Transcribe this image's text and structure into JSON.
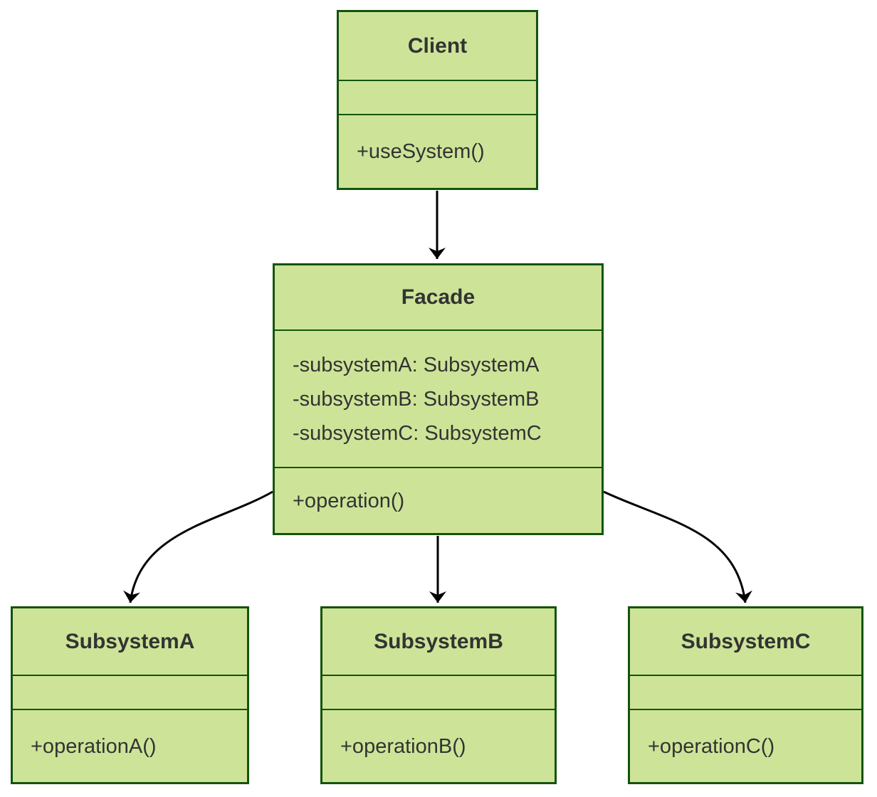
{
  "diagram": {
    "kind": "uml-class-diagram",
    "pattern": "Facade",
    "colors": {
      "node_fill": "#cde498",
      "node_border": "#13540c",
      "text": "#333333",
      "edge": "#000000",
      "background": "#ffffff"
    }
  },
  "classes": {
    "client": {
      "name": "Client",
      "attributes": [],
      "methods": [
        "+useSystem()"
      ]
    },
    "facade": {
      "name": "Facade",
      "attributes": [
        "-subsystemA: SubsystemA",
        "-subsystemB: SubsystemB",
        "-subsystemC: SubsystemC"
      ],
      "methods": [
        "+operation()"
      ]
    },
    "subsystemA": {
      "name": "SubsystemA",
      "attributes": [],
      "methods": [
        "+operationA()"
      ]
    },
    "subsystemB": {
      "name": "SubsystemB",
      "attributes": [],
      "methods": [
        "+operationB()"
      ]
    },
    "subsystemC": {
      "name": "SubsystemC",
      "attributes": [],
      "methods": [
        "+operationC()"
      ]
    }
  },
  "relations": [
    {
      "from": "Client",
      "to": "Facade",
      "type": "directed-arrow"
    },
    {
      "from": "Facade",
      "to": "SubsystemA",
      "type": "directed-arrow"
    },
    {
      "from": "Facade",
      "to": "SubsystemB",
      "type": "directed-arrow"
    },
    {
      "from": "Facade",
      "to": "SubsystemC",
      "type": "directed-arrow"
    }
  ]
}
